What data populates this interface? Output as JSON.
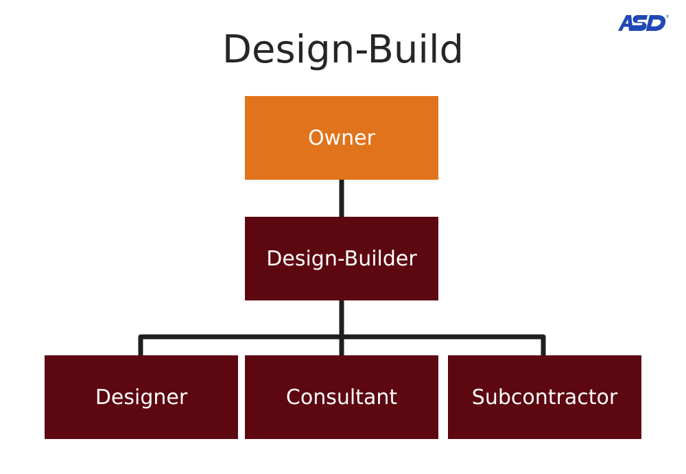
{
  "title": "Design-Build",
  "logo": {
    "text": "ASD",
    "mark": "®",
    "color": "#1f47b5"
  },
  "colors": {
    "owner_fill": "#e0731b",
    "role_fill": "#5d0811",
    "connector": "#1f1f1f",
    "title_text": "#262626",
    "box_text": "#ffffff"
  },
  "nodes": {
    "owner": "Owner",
    "design_builder": "Design-Builder",
    "designer": "Designer",
    "consultant": "Consultant",
    "subcontractor": "Subcontractor"
  },
  "edges": [
    {
      "from": "owner",
      "to": "design_builder"
    },
    {
      "from": "design_builder",
      "to": "designer"
    },
    {
      "from": "design_builder",
      "to": "consultant"
    },
    {
      "from": "design_builder",
      "to": "subcontractor"
    }
  ]
}
